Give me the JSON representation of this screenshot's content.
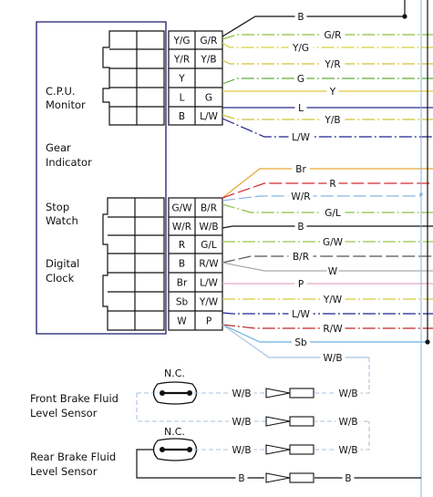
{
  "module": {
    "labels": [
      {
        "key": "cpu",
        "lines": [
          "C.P.U.",
          "Monitor"
        ]
      },
      {
        "key": "gear",
        "lines": [
          "Gear",
          "Indicator"
        ]
      },
      {
        "key": "stop",
        "lines": [
          "Stop",
          "Watch"
        ]
      },
      {
        "key": "clock",
        "lines": [
          "Digital",
          "Clock"
        ]
      }
    ]
  },
  "colors": {
    "B": "#111111",
    "G/R": "#8cbf3f",
    "Y/G": "#d9cf3a",
    "Y/R": "#d2c23a",
    "G": "#5fae3a",
    "Y": "#e0c93a",
    "L": "#2a2a8a",
    "Y/B": "#cfc23a",
    "L/W": "#22238f",
    "Br": "#e8a735",
    "R": "#d42a2a",
    "W/R": "#8ab4e0",
    "G/L": "#8ac14a",
    "G/W": "#9ac84d",
    "B/R": "#555555",
    "W": "#aaaaaa",
    "P": "#e7a8c6",
    "Y/W": "#d8c93f",
    "R/W": "#c02828",
    "Sb": "#6ab0e0",
    "W/B": "#a9c3df",
    "frame": "#1a1a6e"
  },
  "connector1": {
    "rows": [
      [
        "Y/G",
        "G/R"
      ],
      [
        "Y/R",
        "Y/B"
      ],
      [
        "Y",
        ""
      ],
      [
        "L",
        "G"
      ],
      [
        "B",
        "L/W"
      ]
    ]
  },
  "connector2": {
    "rows": [
      [
        "G/W",
        "B/R"
      ],
      [
        "W/R",
        "W/B"
      ],
      [
        "R",
        "G/L"
      ],
      [
        "B",
        "R/W"
      ],
      [
        "Br",
        "L/W"
      ],
      [
        "Sb",
        "Y/W"
      ],
      [
        "W",
        "P"
      ]
    ]
  },
  "wires_top": [
    {
      "label": "B",
      "color": "B"
    },
    {
      "label": "G/R",
      "color": "G/R"
    },
    {
      "label": "Y/G",
      "color": "Y/G"
    },
    {
      "label": "Y/R",
      "color": "Y/R"
    },
    {
      "label": "G",
      "color": "G"
    },
    {
      "label": "Y",
      "color": "Y"
    },
    {
      "label": "L",
      "color": "L"
    },
    {
      "label": "Y/B",
      "color": "Y/B"
    },
    {
      "label": "L/W",
      "color": "L/W"
    }
  ],
  "wires_bottom": [
    {
      "label": "Br",
      "color": "Br"
    },
    {
      "label": "R",
      "color": "R"
    },
    {
      "label": "W/R",
      "color": "W/R"
    },
    {
      "label": "G/L",
      "color": "G/L"
    },
    {
      "label": "B",
      "color": "B"
    },
    {
      "label": "G/W",
      "color": "G/W"
    },
    {
      "label": "B/R",
      "color": "B/R"
    },
    {
      "label": "W",
      "color": "W"
    },
    {
      "label": "P",
      "color": "P"
    },
    {
      "label": "Y/W",
      "color": "Y/W"
    },
    {
      "label": "L/W",
      "color": "L/W"
    },
    {
      "label": "R/W",
      "color": "R/W"
    },
    {
      "label": "Sb",
      "color": "Sb"
    },
    {
      "label": "W/B",
      "color": "W/B"
    }
  ],
  "sensors": {
    "front": {
      "name_lines": [
        "Front Brake Fluid",
        "Level Sensor"
      ],
      "contact": "N.C."
    },
    "rear": {
      "name_lines": [
        "Rear Brake Fluid",
        "Level Sensor"
      ],
      "contact": "N.C."
    }
  },
  "sensor_wires": [
    {
      "label": "W/B",
      "color": "W/B"
    },
    {
      "label": "W/B",
      "color": "W/B"
    },
    {
      "label": "W/B",
      "color": "W/B"
    },
    {
      "label": "W/B",
      "color": "W/B"
    },
    {
      "label": "W/B",
      "color": "W/B"
    },
    {
      "label": "W/B",
      "color": "W/B"
    },
    {
      "label": "B",
      "color": "B"
    },
    {
      "label": "B",
      "color": "B"
    }
  ]
}
